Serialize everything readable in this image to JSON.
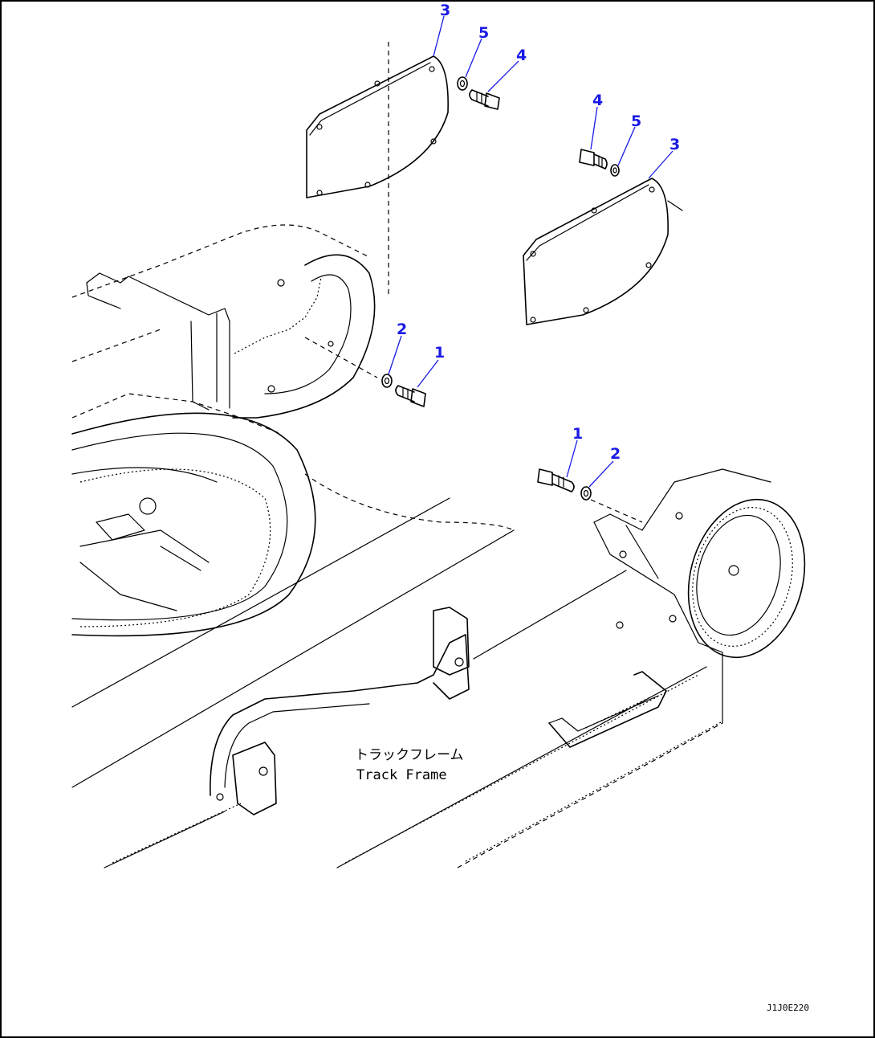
{
  "callouts": {
    "top_left_cover": "3",
    "top_left_washer": "5",
    "top_left_bolt": "4",
    "right_bolt": "4",
    "right_washer": "5",
    "right_cover": "3",
    "left_washer": "2",
    "left_bolt": "1",
    "lower_bolt": "1",
    "lower_washer": "2"
  },
  "track_frame": {
    "label_jp": "トラックフレーム",
    "label_en": "Track Frame"
  },
  "drawing_code": "J1J0E220"
}
